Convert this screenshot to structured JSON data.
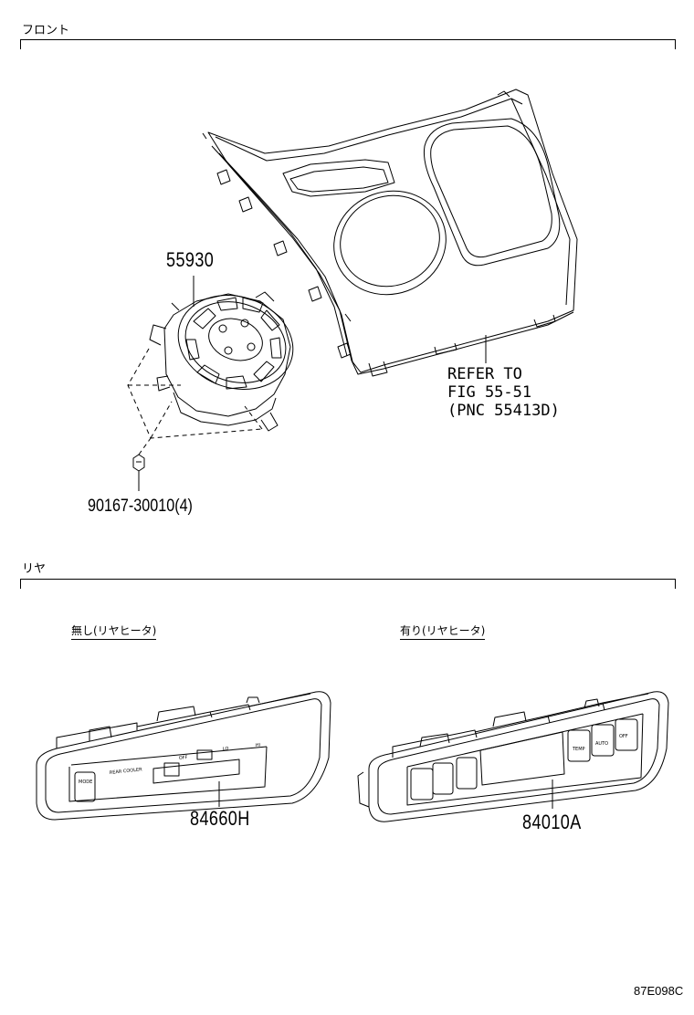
{
  "sections": {
    "front": {
      "label": "フロント"
    },
    "rear": {
      "label": "リヤ"
    }
  },
  "parts": {
    "control_unit": {
      "number": "55930"
    },
    "screw": {
      "number": "90167-30010(4)"
    },
    "panel_without": {
      "number": "84660H",
      "variant": "無し(リヤヒータ)"
    },
    "panel_with": {
      "number": "84010A",
      "variant": "有り(リヤヒータ)"
    }
  },
  "reference": {
    "line1": "REFER TO",
    "line2": "FIG 55-51",
    "line3": "(PNC 55413D)"
  },
  "panel_labels": {
    "rear_cooler": "REAR COOLER",
    "off": "OFF",
    "lo": "LO",
    "hi": "HI",
    "mode": "MODE",
    "temp": "TEMP",
    "auto": "AUTO",
    "off_small": "OFF"
  },
  "figure_code": "87E098C"
}
